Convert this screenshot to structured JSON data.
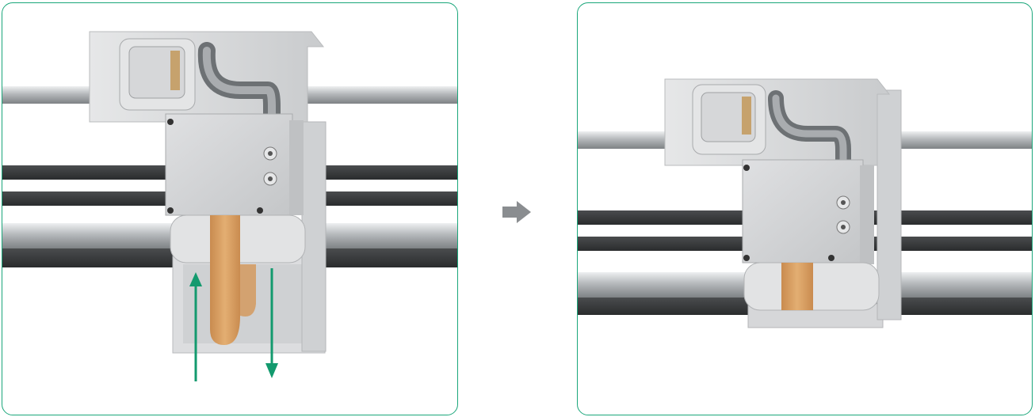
{
  "figure": {
    "step_before": {
      "icon": "printhead-assembly-with-cable-cover-open"
    },
    "step_after": {
      "icon": "printhead-assembly-with-cable-cover-closed"
    },
    "transition": {
      "icon": "arrow-right-icon",
      "color": "#8a8d90"
    },
    "motion_arrows": {
      "color": "#139a6e",
      "directions": [
        "up",
        "down"
      ]
    },
    "colors": {
      "frame": "#1aa67a",
      "rod": "#b9bcbf",
      "belt": "#3b3d3f",
      "housing": "#dedfe0",
      "plate": "#d3d5d7",
      "cable": "#d9a064"
    }
  }
}
